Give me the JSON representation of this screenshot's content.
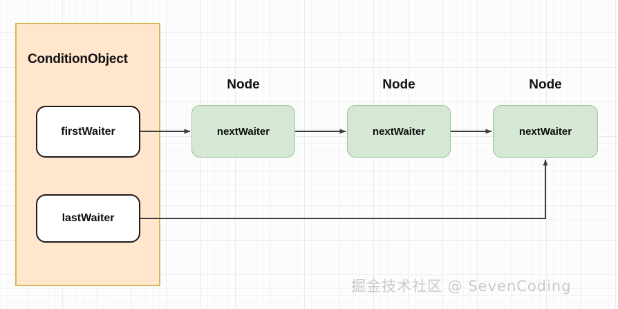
{
  "diagram": {
    "title_block": {
      "label": "ConditionObject",
      "fill": "#ffe6cc",
      "stroke": "#d6b656"
    },
    "waiters": [
      {
        "label": "firstWaiter",
        "name": "first-waiter-box"
      },
      {
        "label": "lastWaiter",
        "name": "last-waiter-box"
      }
    ],
    "nodes": [
      {
        "header": "Node",
        "label": "nextWaiter"
      },
      {
        "header": "Node",
        "label": "nextWaiter"
      },
      {
        "header": "Node",
        "label": "nextWaiter"
      }
    ],
    "node_colors": {
      "fill": "#d5e8d4",
      "stroke": "#9ec49a"
    },
    "connector_color": "#3d3d3d",
    "watermark": "掘金技术社区 @ SevenCoding"
  }
}
